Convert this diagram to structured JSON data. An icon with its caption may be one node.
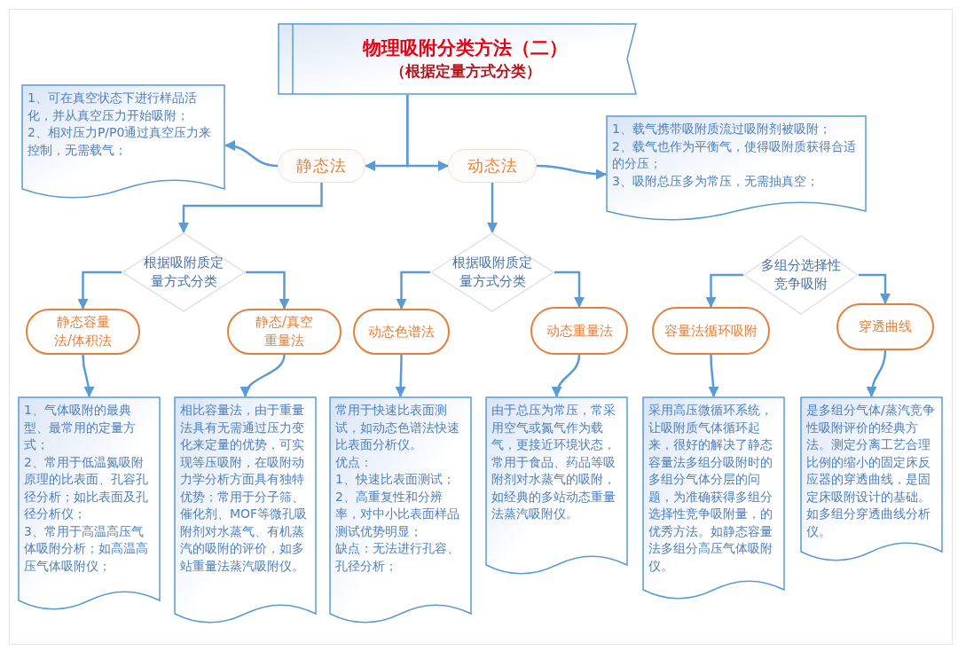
{
  "diagram": {
    "nodes": [
      {
        "text": [
          "物理吸附分类方法（二）",
          "（根据定量方式分类）"
        ]
      },
      {
        "text": [
          "1、可在真空状态下进行样品活化，并从真空压力开始吸附；",
          "2、相对压力P/P0通过真空压力来控制，无需载气；"
        ]
      },
      {
        "text": [
          "静态法"
        ]
      },
      {
        "text": [
          "动态法"
        ]
      },
      {
        "text": [
          "1、载气携带吸附质流过吸附剂被吸附；",
          "2、载气也作为平衡气，使得吸附质获得合适的分压；",
          "3、吸附总压多为常压，无需抽真空；"
        ]
      },
      {
        "text": [
          "根据吸附质定量方式分类"
        ]
      },
      {
        "text": [
          "根据吸附质定量方式分类"
        ]
      },
      {
        "text": [
          "多组分选择性竞争吸附"
        ]
      },
      {
        "text": [
          "静态容量法/体积法"
        ]
      },
      {
        "text": [
          "静态/真空重量法"
        ]
      },
      {
        "text": [
          "动态色谱法"
        ]
      },
      {
        "text": [
          "动态重量法"
        ]
      },
      {
        "text": [
          "容量法循环吸附"
        ]
      },
      {
        "text": [
          "穿透曲线"
        ]
      },
      {
        "text": [
          "1、气体吸附的最典型、最常用的定量方式；",
          "2、常用于低温氮吸附原理的比表面、孔容孔径分析；如比表面及孔径分析仪；",
          "3、常用于高温高压气体吸附分析；如高温高压气体吸附仪；"
        ]
      },
      {
        "text": [
          "相比容量法，由于重量法具有无需通过压力变化来定量的优势，可实现等压吸附，在吸附动力学分析方面具有独特优势；常用于分子筛、催化剂、MOF等微孔吸附剂对水蒸气、有机蒸汽的吸附的评价，如多站重量法蒸汽吸附仪。"
        ]
      },
      {
        "text": [
          "常用于快速比表面测试，如动态色谱法快速比表面分析仪。",
          "优点：",
          "1、快速比表面测试；",
          "2、高重复性和分辨率，对中小比表面样品测试优势明显；",
          "缺点：无法进行孔容、孔径分析；"
        ]
      },
      {
        "text": [
          "由于总压为常压，常采用空气或氮气作为载气，更接近环境状态，常用于食品、药品等吸附剂对水蒸气的吸附，如经典的多站动态重量法蒸汽吸附仪。"
        ]
      },
      {
        "text": [
          "采用高压微循环系统，让吸附质气体循环起来，很好的解决了静态容量法多组分吸附时的多组分气体分层的问题，为准确获得多组分选择性竞争吸附量，的优秀方法。如静态容量法多组分高压气体吸附仪。"
        ]
      },
      {
        "text": [
          "是多组分气体/蒸汽竞争性吸附评价的经典方法。测定分离工艺合理比例的缩小的固定床反应器的穿透曲线，是固定床吸附设计的基础。如多组分穿透曲线分析仪。"
        ]
      }
    ],
    "edges": [
      {
        "from": 0,
        "to": 2,
        "arrow": "to"
      },
      {
        "from": 0,
        "to": 3,
        "arrow": "to"
      },
      {
        "from": 2,
        "to": 1,
        "arrow": "to"
      },
      {
        "from": 3,
        "to": 4,
        "arrow": "to"
      },
      {
        "from": 2,
        "to": 5,
        "arrow": "to"
      },
      {
        "from": 3,
        "to": 6,
        "arrow": "to"
      },
      {
        "from": 5,
        "to": 8,
        "arrow": "to"
      },
      {
        "from": 5,
        "to": 9,
        "arrow": "to"
      },
      {
        "from": 6,
        "to": 10,
        "arrow": "to"
      },
      {
        "from": 6,
        "to": 11,
        "arrow": "to"
      },
      {
        "from": 7,
        "to": 12,
        "arrow": "to"
      },
      {
        "from": 7,
        "to": 13,
        "arrow": "to"
      },
      {
        "from": 8,
        "to": 14,
        "arrow": "to"
      },
      {
        "from": 9,
        "to": 15,
        "arrow": "to"
      },
      {
        "from": 10,
        "to": 16,
        "arrow": "to"
      },
      {
        "from": 11,
        "to": 17,
        "arrow": "to"
      },
      {
        "from": 12,
        "to": 18,
        "arrow": "to"
      },
      {
        "from": 13,
        "to": 19,
        "arrow": "to"
      }
    ]
  }
}
